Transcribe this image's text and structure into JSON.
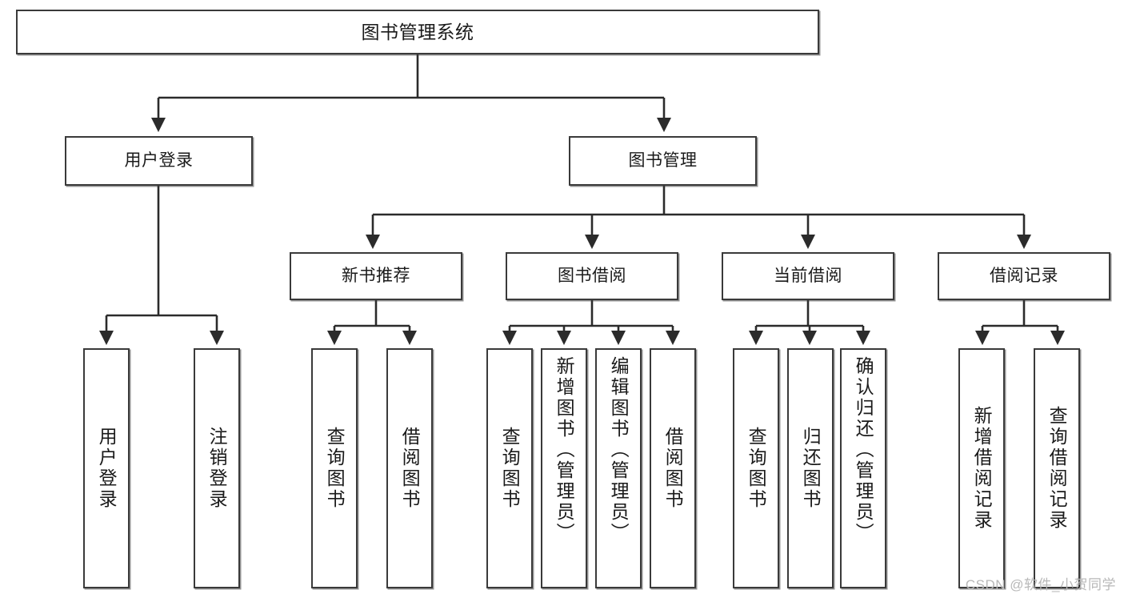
{
  "diagram": {
    "title": "图书管理系统",
    "type": "tree",
    "colors": {
      "box_border": "#3a3a3a",
      "box_fill": "#ffffff",
      "connector": "#2b2b2b",
      "text": "#1a1a1a",
      "watermark": "#b8b8b8",
      "background": "#ffffff"
    },
    "root": {
      "label": "图书管理系统"
    },
    "level2": [
      {
        "label": "用户登录"
      },
      {
        "label": "图书管理"
      }
    ],
    "level3": [
      {
        "label": "新书推荐"
      },
      {
        "label": "图书借阅"
      },
      {
        "label": "当前借阅"
      },
      {
        "label": "借阅记录"
      }
    ],
    "leaves": {
      "user_login": [
        {
          "label": "用户登录"
        },
        {
          "label": "注销登录"
        }
      ],
      "new_book_recommend": [
        {
          "label": "查询图书"
        },
        {
          "label": "借阅图书"
        }
      ],
      "book_borrow": [
        {
          "label": "查询图书"
        },
        {
          "label": "新增图书（管理员）"
        },
        {
          "label": "编辑图书（管理员）"
        },
        {
          "label": "借阅图书"
        }
      ],
      "current_borrow": [
        {
          "label": "查询图书"
        },
        {
          "label": "归还图书"
        },
        {
          "label": "确认归还（管理员）"
        }
      ],
      "borrow_record": [
        {
          "label": "新增借阅记录"
        },
        {
          "label": "查询借阅记录"
        }
      ]
    }
  },
  "watermark": {
    "text": "CSDN @软件_小贺同学"
  }
}
